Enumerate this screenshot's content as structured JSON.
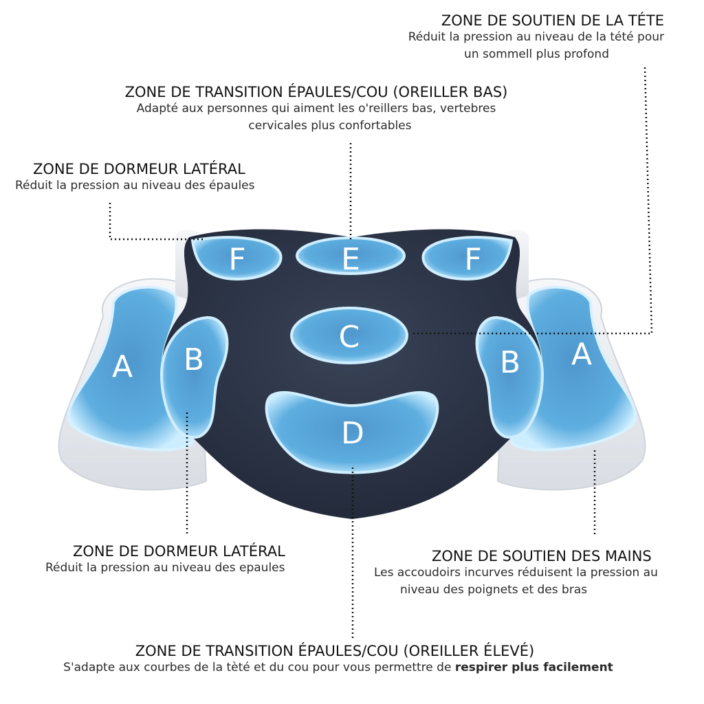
{
  "labels": {
    "head_support": {
      "title": "ZONE DE SOUTIEN DE LA TÉTE",
      "desc_line1": "Réduit la pression au niveau de la tété pour",
      "desc_line2": "un sommell plus profond"
    },
    "transition_low": {
      "title": "ZONE DE TRANSITION ÉPAULES/COU (OREILLER BAS)",
      "desc_line1": "Adapté aux personnes qui aiment les o'reillers bas, vertebres",
      "desc_line2": "cervicales plus confortables"
    },
    "side_sleeper_top": {
      "title": "ZONE DE DORMEUR LATÉRAL",
      "desc_line1": "Réduit la pression au niveau des épaules"
    },
    "side_sleeper_bottom": {
      "title": "ZONE DE DORMEUR LATÉRAL",
      "desc_line1": "Réduit la pression au niveau des epaules"
    },
    "hand_support": {
      "title": "ZONE DE SOUTIEN DES MAINS",
      "desc_line1": "Les accoudoirs incurves réduisent la pression au",
      "desc_line2": "niveau des poignets et des bras"
    },
    "transition_high": {
      "title": "ZONE DE TRANSITION ÉPAULES/COU (OREILLER ÉLEVÉ)",
      "desc_prefix": "S'adapte aux courbes de la tèté et du cou pour vous permettre de ",
      "desc_bold": "respirer plus facilement"
    }
  },
  "zones": {
    "a_left": "A",
    "a_right": "A",
    "b_left": "B",
    "b_right": "B",
    "c": "C",
    "d": "D",
    "e": "E",
    "f_left": "F",
    "f_right": "F"
  },
  "colors": {
    "pillow_dark": "#283042",
    "gel_blue": "#5aa6d8",
    "gel_glow": "#bfe4fb",
    "foam_white": "#eef0f3",
    "leader_line": "#111111"
  }
}
